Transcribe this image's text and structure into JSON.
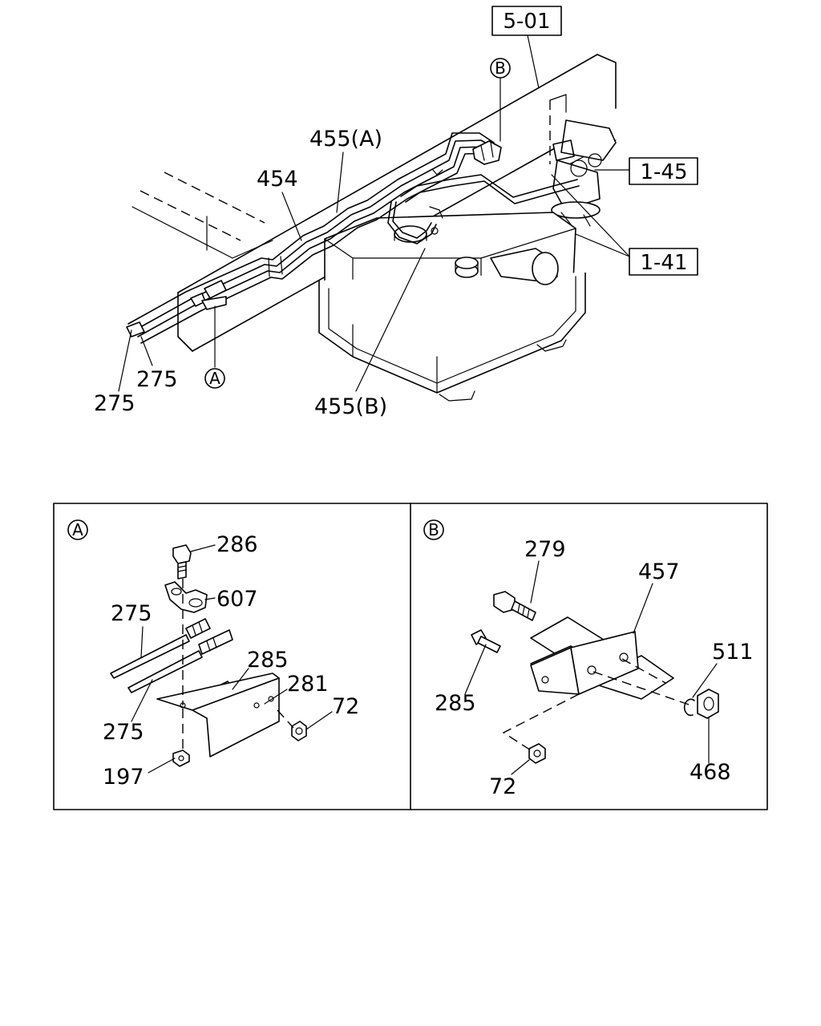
{
  "main_view": {
    "refs": {
      "r501": "5-01",
      "r145": "1-45",
      "r141": "1-41"
    },
    "markers": {
      "a": "A",
      "b": "B"
    },
    "labels": {
      "l454": "454",
      "l455a": "455(A)",
      "l455b": "455(B)",
      "l275_1": "275",
      "l275_2": "275"
    }
  },
  "detail_a": {
    "marker": "A",
    "labels": {
      "l286": "286",
      "l607": "607",
      "l275_top": "275",
      "l275_bottom": "275",
      "l285": "285",
      "l281": "281",
      "l72": "72",
      "l197": "197"
    }
  },
  "detail_b": {
    "marker": "B",
    "labels": {
      "l279": "279",
      "l457": "457",
      "l285": "285",
      "l511": "511",
      "l72": "72",
      "l468": "468"
    }
  }
}
